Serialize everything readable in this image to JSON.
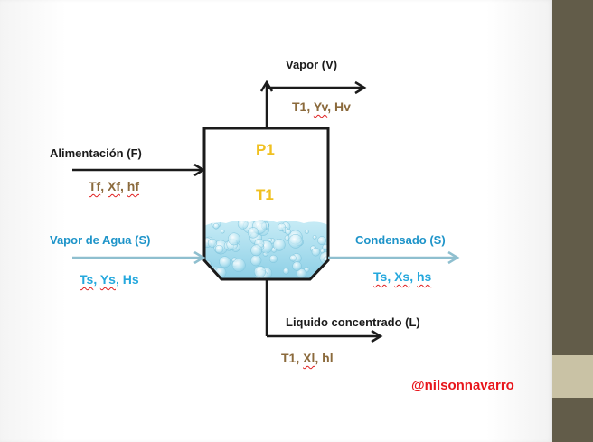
{
  "labels": {
    "vapor": "Vapor (V)",
    "vapor_props": [
      "T1",
      "Yv",
      "Hv"
    ],
    "alimentacion": "Alimentación (F)",
    "feed_props": [
      "Tf",
      "Xf",
      "hf"
    ],
    "vapor_agua": "Vapor de Agua (S)",
    "steam_props": [
      "Ts",
      "Ys",
      "Hs"
    ],
    "condensado": "Condensado (S)",
    "cond_props": [
      "Ts",
      "Xs",
      "hs"
    ],
    "liquido": "Liquido concentrado (L)",
    "liquid_props": [
      "T1",
      "Xl",
      "hl"
    ],
    "p1": "P1",
    "t1": "T1",
    "credit": "@nilsonnavarro"
  },
  "colors": {
    "dark": "#1b1b1b",
    "brown": "#8b6a3c",
    "blue": "#1e94c9",
    "cyan": "#25a8dd",
    "gold": "#f0c020",
    "red": "#e8151b",
    "water": "#a9dcec",
    "steam_line": "#8fbfcf",
    "side_band_dark": "#625c49",
    "side_band_light": "#c9c2a5"
  }
}
